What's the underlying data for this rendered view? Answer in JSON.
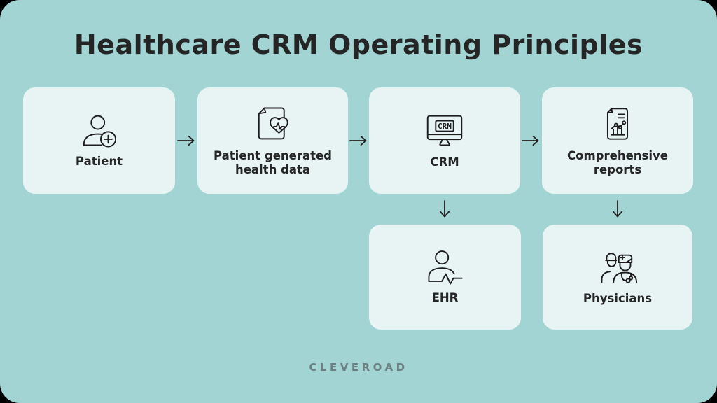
{
  "title": "Healthcare CRM Operating Principles",
  "brand": "CLEVEROAD",
  "colors": {
    "outer_background": "#000000",
    "canvas_background": "#a3d4d4",
    "card_background": "#e8f4f4",
    "text": "#252525",
    "icon_stroke": "#1c1c1c",
    "brand_text": "#6d8081"
  },
  "cards": [
    {
      "id": "patient",
      "label": "Patient",
      "icon": "patient-icon"
    },
    {
      "id": "health-data",
      "label": "Patient generated health data",
      "icon": "health-data-document-icon"
    },
    {
      "id": "crm",
      "label": "CRM",
      "icon": "crm-monitor-icon"
    },
    {
      "id": "reports",
      "label": "Comprehensive reports",
      "icon": "report-chart-icon"
    },
    {
      "id": "ehr",
      "label": "EHR",
      "icon": "ehr-person-pulse-icon"
    },
    {
      "id": "physicians",
      "label": "Physicians",
      "icon": "physicians-icon"
    }
  ],
  "crm_screen_text": "CRM",
  "flow_arrows": [
    "patient -> health-data",
    "health-data -> crm",
    "crm -> reports",
    "crm -> ehr",
    "reports -> physicians"
  ]
}
